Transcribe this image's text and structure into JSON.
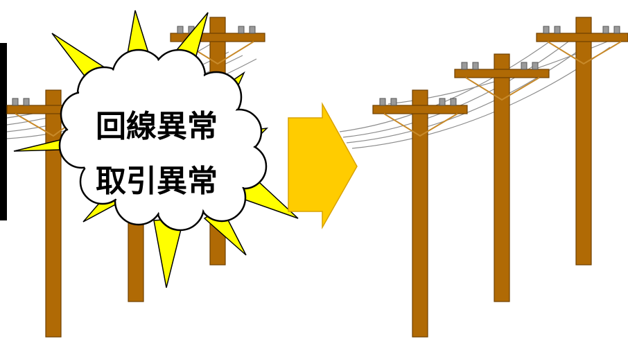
{
  "alert": {
    "line1": "回線異常",
    "line2": "取引異常"
  },
  "colors": {
    "pole": "#b06a05",
    "pole_outline": "#6e4000",
    "insulator": "#9a9a9a",
    "wire": "#8c8c8c",
    "burst": "#ffff00",
    "arrow": "#ffcc00",
    "panel": "#000000"
  },
  "icons": {
    "left_scene": "damaged-utility-poles",
    "burst": "explosion-burst-icon",
    "arrow": "right-arrow-icon",
    "right_scene": "restored-utility-poles"
  }
}
